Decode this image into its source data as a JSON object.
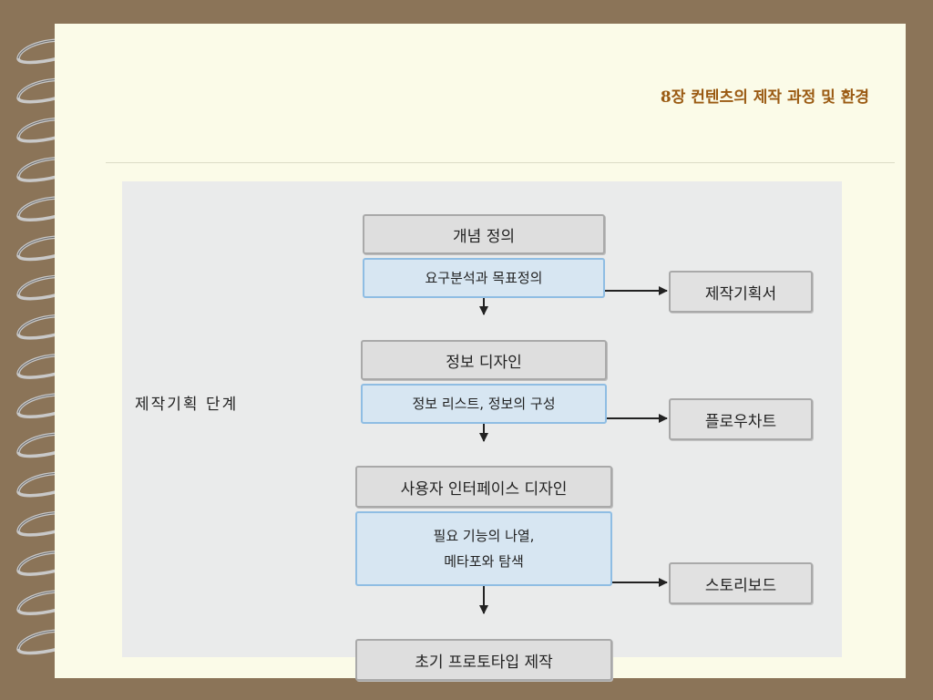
{
  "title": "8장 컨텐츠의 제작 과정 및 환경",
  "diagram": {
    "stage_label": "제작기획  단계",
    "steps": [
      {
        "header": "개념 정의",
        "detail": "요구분석과 목표정의"
      },
      {
        "header": "정보 디자인",
        "detail": "정보 리스트, 정보의 구성"
      },
      {
        "header": "사용자 인터페이스 디자인",
        "detail_lines": [
          "필요 기능의 나열,",
          "메타포와 탐색"
        ]
      },
      {
        "header": "초기 프로토타입 제작"
      }
    ],
    "outputs": [
      "제작기획서",
      "플로우차트",
      "스토리보드"
    ]
  }
}
